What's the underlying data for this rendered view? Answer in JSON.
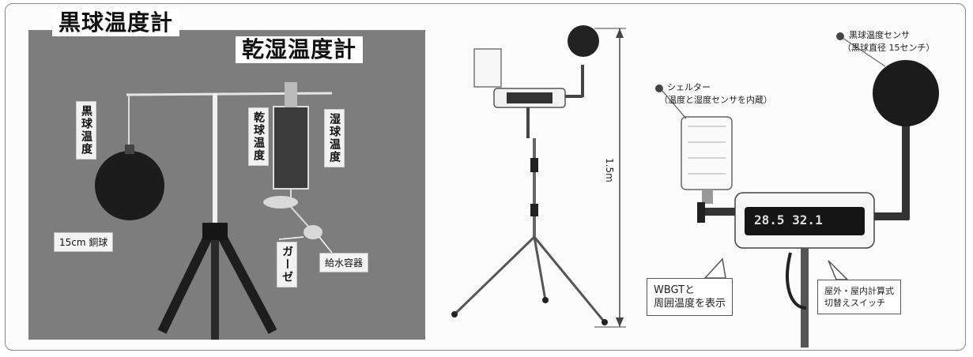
{
  "left_panel": {
    "title_black_globe": "黒球温度計",
    "title_psychrometer": "乾湿温度計",
    "label_black_globe_temp": "黒球温度",
    "label_dry_bulb_temp": "乾球温度",
    "label_wet_bulb_temp": "湿球温度",
    "label_diameter": "15cm 銅球",
    "label_gauze": "ガーゼ",
    "label_water_container": "給水容器"
  },
  "middle_panel": {
    "height_label": "1.5m"
  },
  "right_panel": {
    "sensor_callout_line1": "黒球温度センサ",
    "sensor_callout_line2": "（黒球直径 15センチ）",
    "shelter_callout_line1": "シェルター",
    "shelter_callout_line2": "（温度と湿度センサを内蔵）",
    "display_digits": "28.5  32.1",
    "display_callout_line1": "WBGTと",
    "display_callout_line2": "周囲温度を表示",
    "switch_callout_line1": "屋外・屋内計算式",
    "switch_callout_line2": "切替えスイッチ"
  }
}
